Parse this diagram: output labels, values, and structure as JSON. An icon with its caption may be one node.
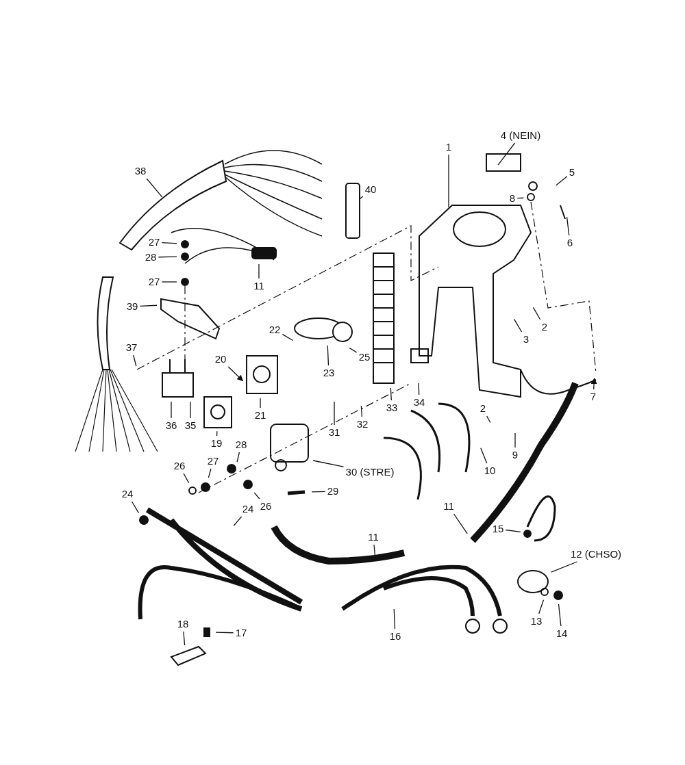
{
  "diagram": {
    "nodes": [
      {
        "text": [
          "38"
        ]
      },
      {
        "text": [
          "40"
        ]
      },
      {
        "text": [
          "1"
        ]
      },
      {
        "text": [
          "4 (NEIN)"
        ]
      },
      {
        "text": [
          "5"
        ]
      },
      {
        "text": [
          "8"
        ]
      },
      {
        "text": [
          "6"
        ]
      },
      {
        "text": [
          "27"
        ]
      },
      {
        "text": [
          "28"
        ]
      },
      {
        "text": [
          "27"
        ]
      },
      {
        "text": [
          "11"
        ]
      },
      {
        "text": [
          "39"
        ]
      },
      {
        "text": [
          "3"
        ]
      },
      {
        "text": [
          "2"
        ]
      },
      {
        "text": [
          "22"
        ]
      },
      {
        "text": [
          "25"
        ]
      },
      {
        "text": [
          "23"
        ]
      },
      {
        "text": [
          "37"
        ]
      },
      {
        "text": [
          "20"
        ]
      },
      {
        "text": [
          "7"
        ]
      },
      {
        "text": [
          "34"
        ]
      },
      {
        "text": [
          "33"
        ]
      },
      {
        "text": [
          "35"
        ]
      },
      {
        "text": [
          "36"
        ]
      },
      {
        "text": [
          "19"
        ]
      },
      {
        "text": [
          "21"
        ]
      },
      {
        "text": [
          "31"
        ]
      },
      {
        "text": [
          "32"
        ]
      },
      {
        "text": [
          "2"
        ]
      },
      {
        "text": [
          "9"
        ]
      },
      {
        "text": [
          "10"
        ]
      },
      {
        "text": [
          "28"
        ]
      },
      {
        "text": [
          "27"
        ]
      },
      {
        "text": [
          "26"
        ]
      },
      {
        "text": [
          "30 (STRE)"
        ]
      },
      {
        "text": [
          "26"
        ]
      },
      {
        "text": [
          "24"
        ]
      },
      {
        "text": [
          "29"
        ]
      },
      {
        "text": [
          "24"
        ]
      },
      {
        "text": [
          "11"
        ]
      },
      {
        "text": [
          "15"
        ]
      },
      {
        "text": [
          "11"
        ]
      },
      {
        "text": [
          "12 (CHSO)"
        ]
      },
      {
        "text": [
          "13"
        ]
      },
      {
        "text": [
          "14"
        ]
      },
      {
        "text": [
          "16"
        ]
      },
      {
        "text": [
          "18"
        ]
      },
      {
        "text": [
          "17"
        ]
      }
    ],
    "edges": [
      {
        "from": 0,
        "to": null,
        "arrow": "none"
      },
      {
        "from": 1,
        "to": null,
        "arrow": "none"
      },
      {
        "from": 2,
        "to": null,
        "arrow": "none"
      },
      {
        "from": 3,
        "to": null,
        "arrow": "none"
      },
      {
        "from": 4,
        "to": null,
        "arrow": "none"
      },
      {
        "from": 5,
        "to": null,
        "arrow": "none"
      },
      {
        "from": 6,
        "to": null,
        "arrow": "none"
      },
      {
        "from": 7,
        "to": null,
        "arrow": "none"
      },
      {
        "from": 8,
        "to": null,
        "arrow": "none"
      },
      {
        "from": 9,
        "to": null,
        "arrow": "none"
      },
      {
        "from": 10,
        "to": null,
        "arrow": "none"
      },
      {
        "from": 11,
        "to": null,
        "arrow": "none"
      },
      {
        "from": 12,
        "to": null,
        "arrow": "none"
      },
      {
        "from": 13,
        "to": null,
        "arrow": "none"
      },
      {
        "from": 14,
        "to": null,
        "arrow": "none"
      },
      {
        "from": 15,
        "to": null,
        "arrow": "none"
      },
      {
        "from": 16,
        "to": null,
        "arrow": "none"
      },
      {
        "from": 17,
        "to": null,
        "arrow": "none"
      },
      {
        "from": 18,
        "to": null,
        "arrow": "to"
      },
      {
        "from": 19,
        "to": null,
        "arrow": "to"
      },
      {
        "from": 20,
        "to": null,
        "arrow": "none"
      },
      {
        "from": 21,
        "to": null,
        "arrow": "none"
      },
      {
        "from": 22,
        "to": null,
        "arrow": "none"
      },
      {
        "from": 23,
        "to": null,
        "arrow": "none"
      },
      {
        "from": 24,
        "to": null,
        "arrow": "none"
      },
      {
        "from": 25,
        "to": null,
        "arrow": "none"
      },
      {
        "from": 26,
        "to": null,
        "arrow": "none"
      },
      {
        "from": 27,
        "to": null,
        "arrow": "none"
      },
      {
        "from": 28,
        "to": null,
        "arrow": "none"
      },
      {
        "from": 29,
        "to": null,
        "arrow": "none"
      },
      {
        "from": 30,
        "to": null,
        "arrow": "none"
      },
      {
        "from": 31,
        "to": null,
        "arrow": "none"
      },
      {
        "from": 32,
        "to": null,
        "arrow": "none"
      },
      {
        "from": 33,
        "to": null,
        "arrow": "none"
      },
      {
        "from": 34,
        "to": null,
        "arrow": "none"
      },
      {
        "from": 35,
        "to": null,
        "arrow": "none"
      },
      {
        "from": 36,
        "to": null,
        "arrow": "none"
      },
      {
        "from": 37,
        "to": null,
        "arrow": "none"
      },
      {
        "from": 38,
        "to": null,
        "arrow": "none"
      },
      {
        "from": 39,
        "to": null,
        "arrow": "none"
      },
      {
        "from": 40,
        "to": null,
        "arrow": "none"
      },
      {
        "from": 41,
        "to": null,
        "arrow": "none"
      },
      {
        "from": 42,
        "to": null,
        "arrow": "none"
      },
      {
        "from": 43,
        "to": null,
        "arrow": "none"
      },
      {
        "from": 44,
        "to": null,
        "arrow": "none"
      },
      {
        "from": 45,
        "to": null,
        "arrow": "none"
      },
      {
        "from": 46,
        "to": null,
        "arrow": "none"
      },
      {
        "from": 47,
        "to": null,
        "arrow": "none"
      }
    ]
  }
}
